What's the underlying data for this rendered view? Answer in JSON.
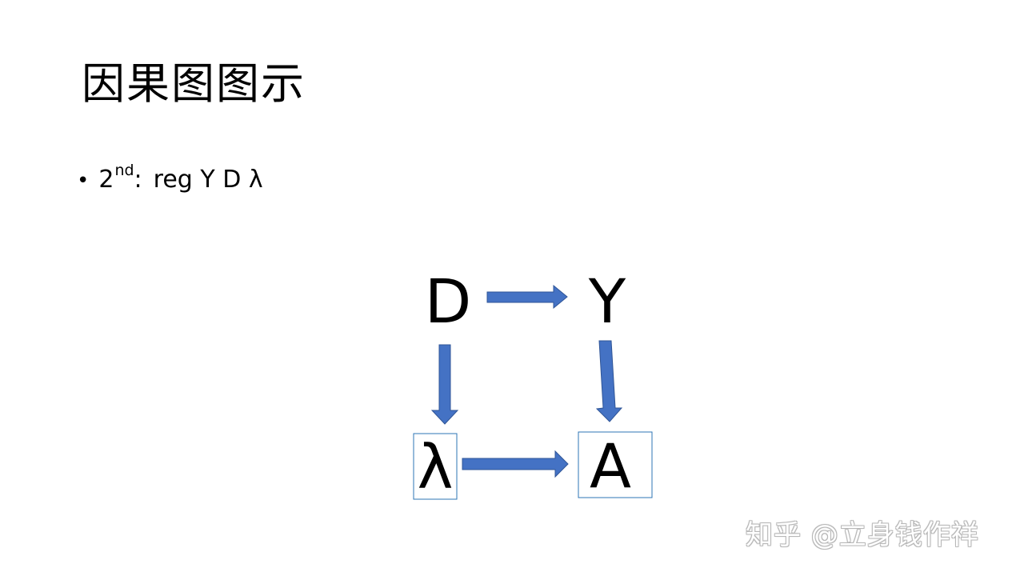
{
  "slide": {
    "title": "因果图图示",
    "bullet": {
      "ordinal": "2",
      "ordinal_suffix": "nd",
      "separator": ":",
      "text": "reg Y D λ"
    }
  },
  "diagram": {
    "nodes": [
      {
        "id": "D",
        "label": "D",
        "boxed": false
      },
      {
        "id": "Y",
        "label": "Y",
        "boxed": false
      },
      {
        "id": "lambda",
        "label": "λ",
        "boxed": true
      },
      {
        "id": "A",
        "label": "A",
        "boxed": true
      }
    ],
    "edges": [
      {
        "from": "D",
        "to": "Y"
      },
      {
        "from": "D",
        "to": "lambda"
      },
      {
        "from": "Y",
        "to": "A"
      },
      {
        "from": "lambda",
        "to": "A"
      }
    ],
    "colors": {
      "arrow_fill": "#4472C4",
      "arrow_stroke": "#2F5597",
      "box_stroke": "#2E75B6"
    }
  },
  "watermark": {
    "text": "知乎 @立身钱作祥"
  }
}
